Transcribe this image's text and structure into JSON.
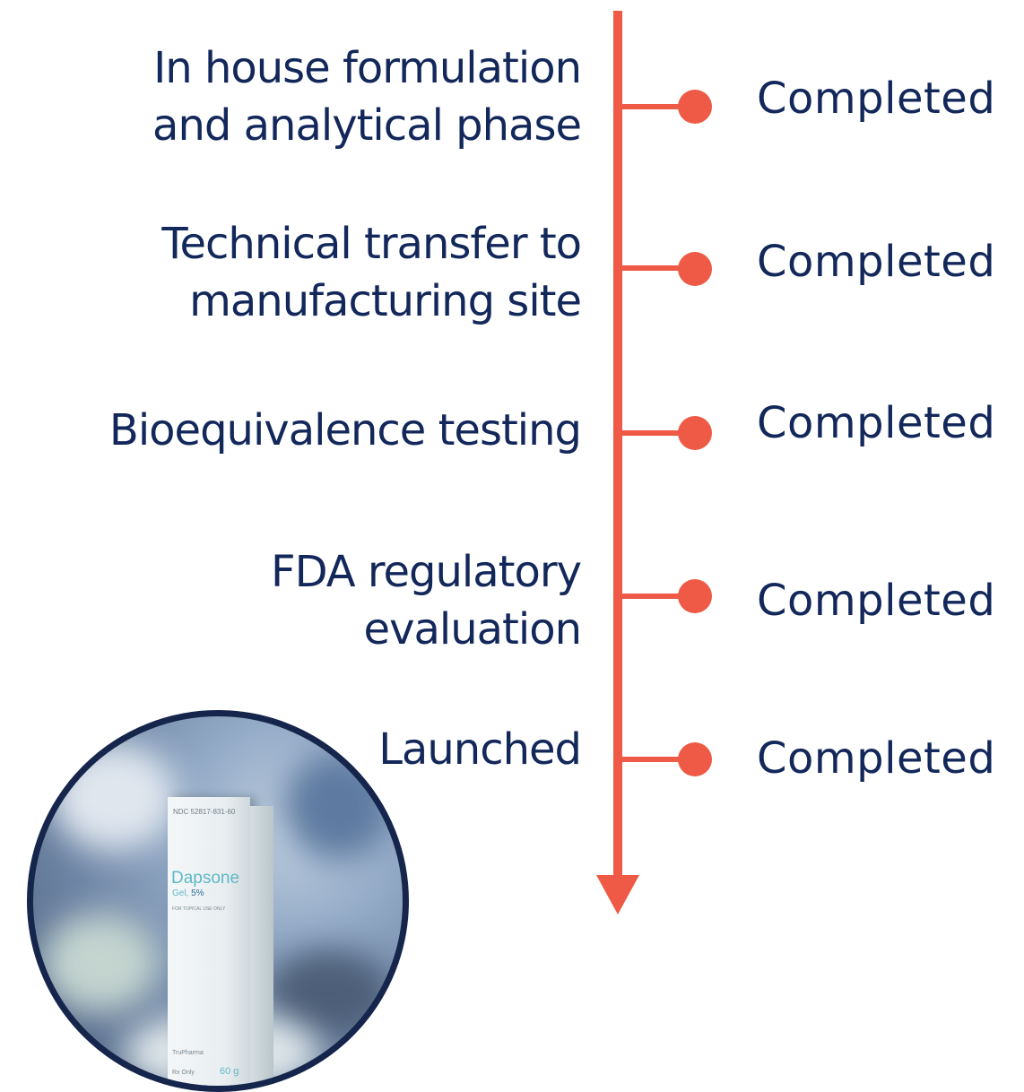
{
  "stages": [
    {
      "lines": [
        "In house formulation",
        "and analytical phase"
      ],
      "status": "Completed"
    },
    {
      "lines": [
        "Technical transfer to",
        "manufacturing site"
      ],
      "status": "Completed"
    },
    {
      "lines": [
        "Bioequivalence testing"
      ],
      "status": "Completed"
    },
    {
      "lines": [
        "FDA regulatory",
        "evaluation"
      ],
      "status": "Completed"
    },
    {
      "lines": [
        "Launched"
      ],
      "status": "Completed"
    }
  ],
  "product_image": {
    "ndc": "NDC 52817-831-60",
    "name": "Dapsone",
    "strength_prefix": "Gel, ",
    "strength": "5%",
    "use": "FOR TOPICAL USE ONLY",
    "brand": "TruPharma",
    "rx": "Rx Only",
    "amount": "60 g"
  },
  "colors": {
    "accent": "#ee5a45",
    "text": "#12275a"
  }
}
